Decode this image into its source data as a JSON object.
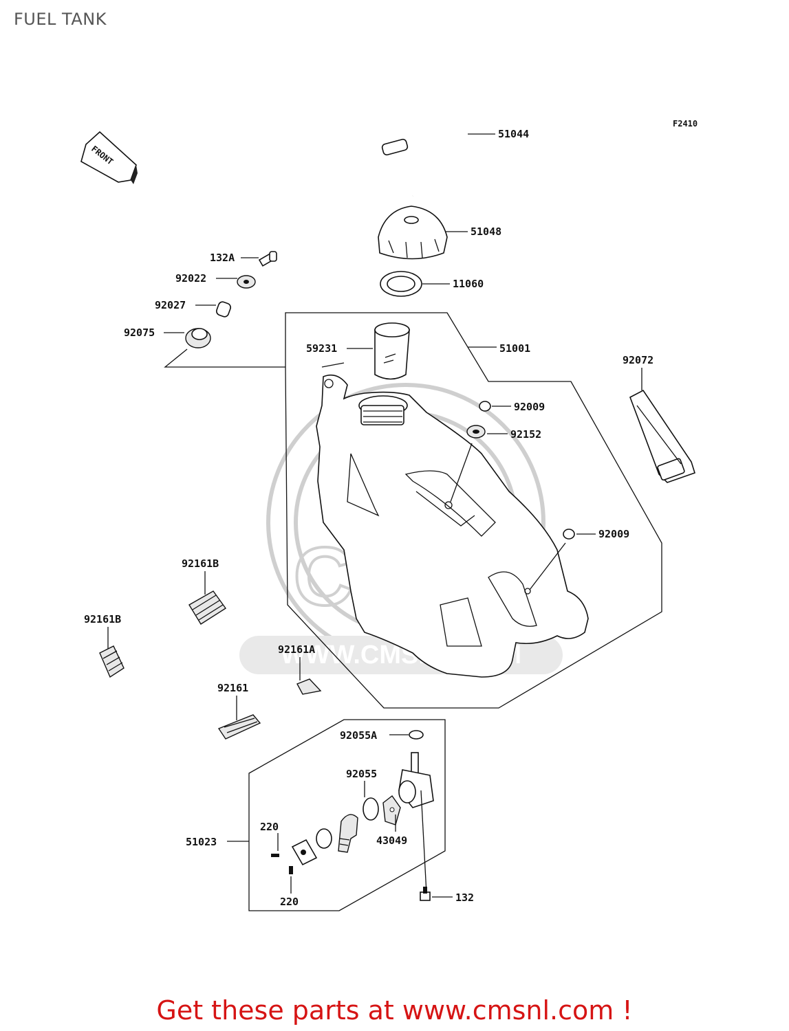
{
  "title": "FUEL TANK",
  "figure_code": "F2410",
  "front_label": "FRONT",
  "watermark": {
    "brand": "CMS",
    "url": "WWW.CMSNL.COM"
  },
  "callouts": {
    "c51044": "51044",
    "c51048": "51048",
    "c132A": "132A",
    "c92022": "92022",
    "c11060": "11060",
    "c92027": "92027",
    "c92075": "92075",
    "c59231": "59231",
    "c51001": "51001",
    "c92072": "92072",
    "c92009a": "92009",
    "c92152": "92152",
    "c92009b": "92009",
    "c92161Ba": "92161B",
    "c92161Bb": "92161B",
    "c92161A": "92161A",
    "c92161": "92161",
    "c92055A": "92055A",
    "c92055": "92055",
    "c220a": "220",
    "c43049": "43049",
    "c51023": "51023",
    "c220b": "220",
    "c132": "132"
  },
  "promo": "Get these parts at www.cmsnl.com !"
}
